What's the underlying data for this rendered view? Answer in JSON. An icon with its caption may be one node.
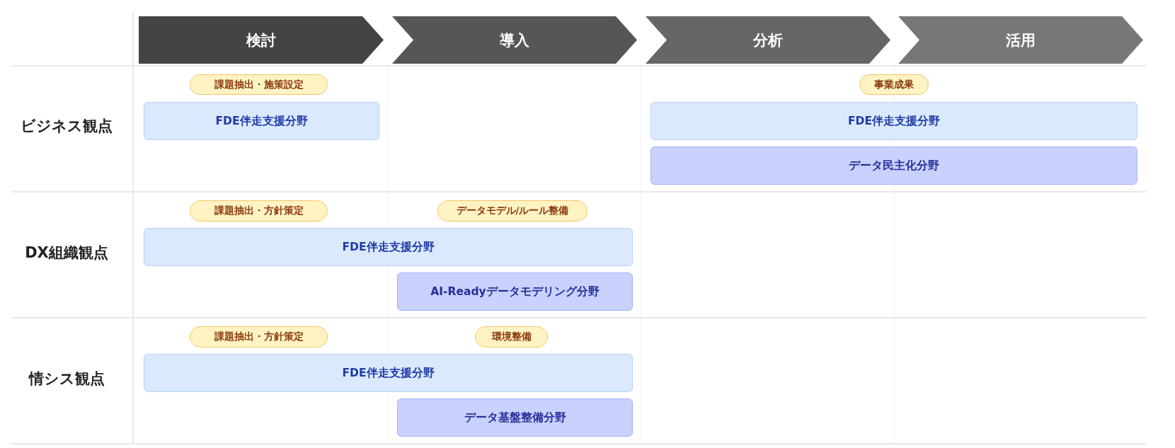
{
  "diagram": {
    "nodes": [
      {
        "text": [
          "検討"
        ]
      },
      {
        "text": [
          "導入"
        ]
      },
      {
        "text": [
          "分析"
        ]
      },
      {
        "text": [
          "活用"
        ]
      },
      {
        "text": [
          "課題抽出・施策設定"
        ]
      },
      {
        "text": [
          "事業成果"
        ]
      },
      {
        "text": [
          "FDE伴走支援分野"
        ]
      },
      {
        "text": [
          "FDE伴走支援分野"
        ]
      },
      {
        "text": [
          "データ民主化分野"
        ]
      },
      {
        "text": [
          "課題抽出・方針策定"
        ]
      },
      {
        "text": [
          "データモデル/ルール整備"
        ]
      },
      {
        "text": [
          "FDE伴走支援分野"
        ]
      },
      {
        "text": [
          "AI-Readyデータモデリング分野"
        ]
      },
      {
        "text": [
          "課題抽出・方針策定"
        ]
      },
      {
        "text": [
          "環境整備"
        ]
      },
      {
        "text": [
          "FDE伴走支援分野"
        ]
      },
      {
        "text": [
          "データ基盤整備分野"
        ]
      }
    ],
    "labels": [
      "ビジネス観点",
      "DX組織観点",
      "情シス観点"
    ]
  }
}
